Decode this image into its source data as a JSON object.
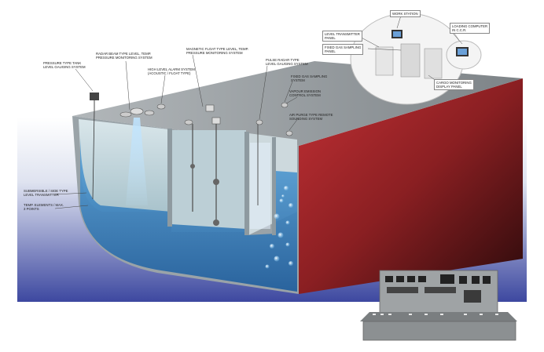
{
  "labels": {
    "work_station": "WORK STATION",
    "level_transmitter_panel": "LEVEL TRANSMITTER\nPANEL",
    "fixed_gas_sampling_panel": "FIXED GAS SAMPLING\nPANEL",
    "loading_computer": "LOADING COMPUTER\nIN C.C.R.",
    "cargo_monitoring_panel": "CARGO MONITORING\nDISPLAY PANEL",
    "pressure_tank_gauging": "PRESSURE TYPE TANK\nLEVEL GAUGING SYSTEM",
    "radar_beam_system": "RADAR BEAM TYPE LEVEL, TEMP.\nPRESSURE MONITORING SYSTEM",
    "magnetic_float_system": "MAGNETIC FLOAT TYPE LEVEL, TEMP.\nPRESSURE MONITORING SYSTEM",
    "high_level_alarm": "HIGH LEVEL ALARM SYSTEM\n(ACOUSTIC / FLOAT TYPE)",
    "pulse_radar_system": "PULSE RADAR TYPE\nLEVEL GAUGING SYSTEM",
    "fixed_gas_sampling_system": "FIXED GAS SAMPLING\nSYSTEM",
    "vapour_emission": "VAPOUR EMISSION\nCONTROL SYSTEM",
    "air_purge_system": "AIR PURGE TYPE REMOTE\nSOUNDING SYSTEM",
    "submersible_transmitter": "SUBMERSIBLE / SIDE TYPE\nLEVEL TRANSMITTER",
    "temp_elements": "TEMP. ELEMENTS / MAX.\n3 POINTS"
  },
  "colors": {
    "deck": "#8c9296",
    "water": "#2f78b9",
    "water_light": "#6fb3e0",
    "hull_red": "#a8282b",
    "hull_dark": "#3a0f10",
    "background_blue": "#5a66b0",
    "tank_wall": "#c8d6dc"
  }
}
